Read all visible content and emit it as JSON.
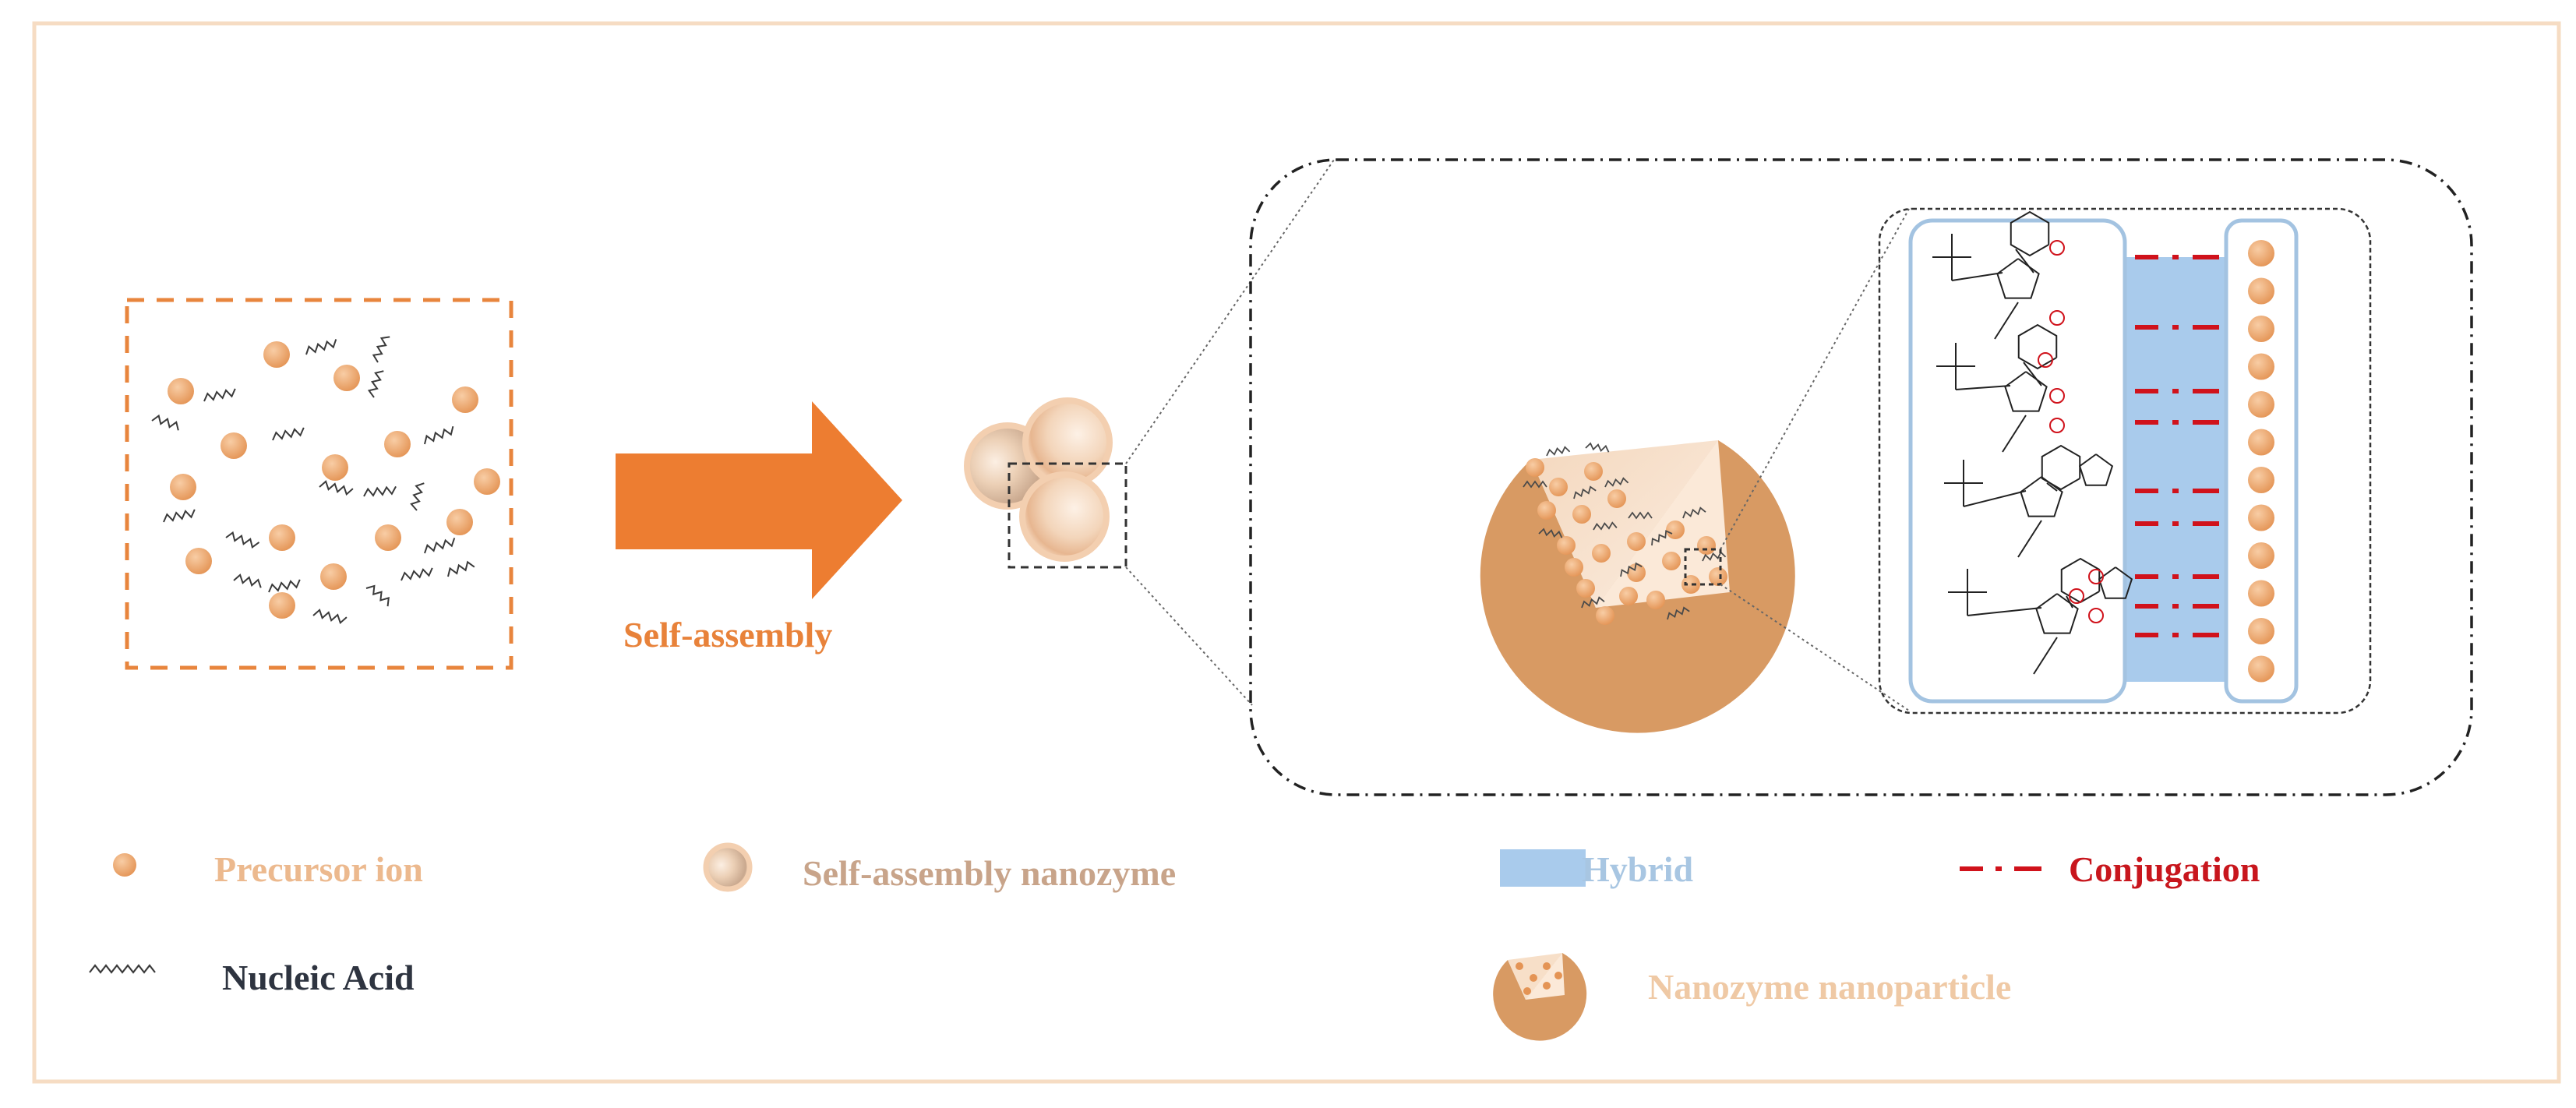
{
  "diagram": {
    "step_label": "Self-assembly",
    "legend": {
      "precursor_ion": "Precursor ion",
      "nucleic_acid": "Nucleic Acid",
      "self_assembly_nanozyme": "Self-assembly nanozyme",
      "hybrid": "Hybrid",
      "conjugation": "Conjugation",
      "nanozyme_nanoparticle": "Nanozyme nanoparticle"
    },
    "colors": {
      "frame": "#f6dcc3",
      "precursor": "#e9a46b",
      "arrow": "#ed7d31",
      "hybrid": "#a9cbec",
      "conjugation": "#d0121b",
      "nanoparticle": "#d89a63",
      "nucleic": "#3a3a3a"
    }
  }
}
